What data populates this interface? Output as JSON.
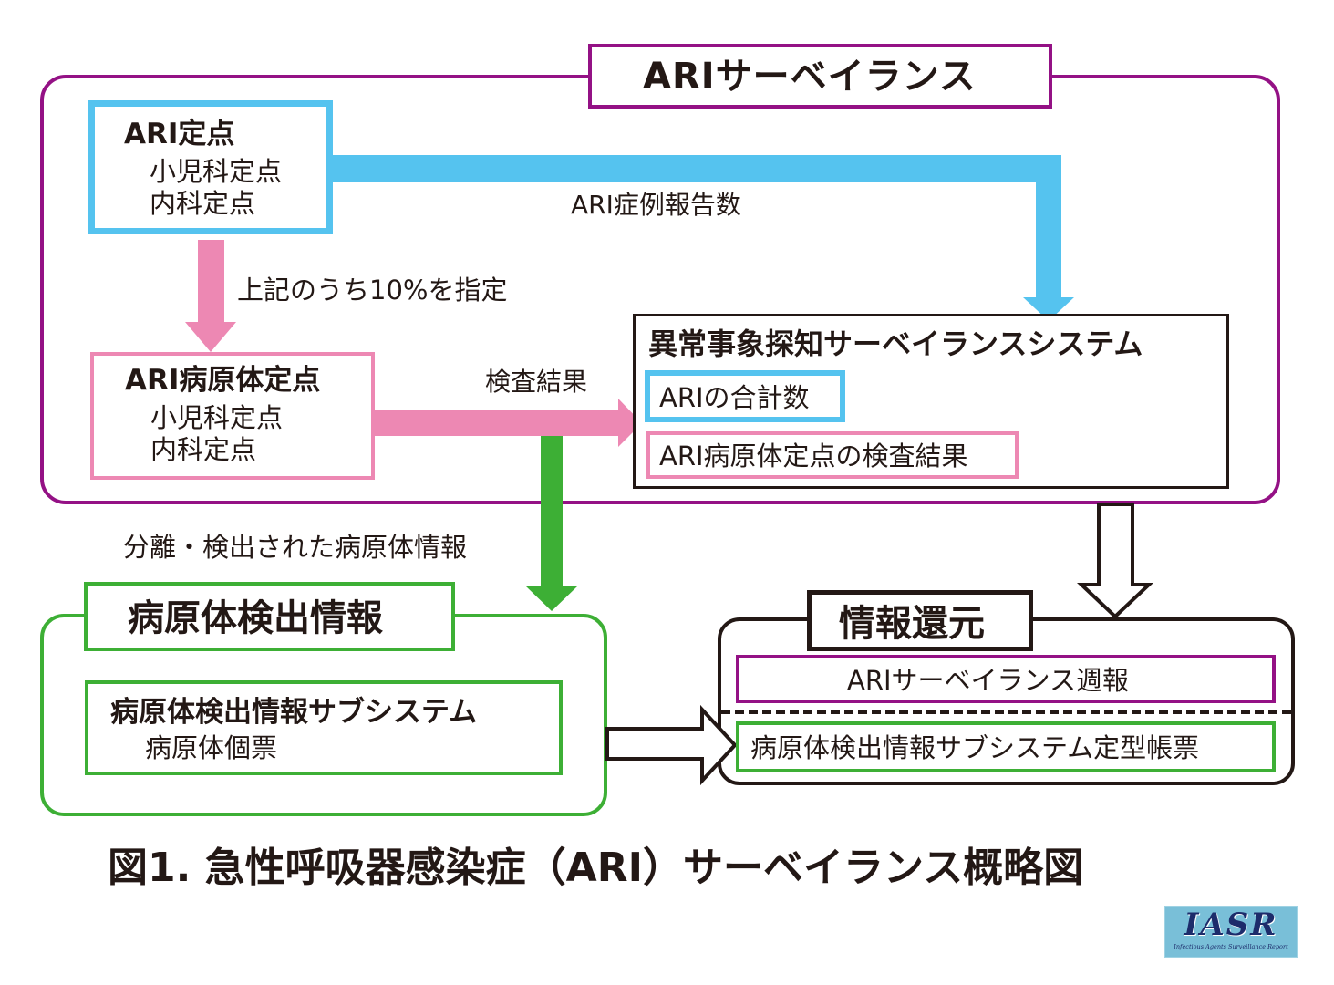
{
  "colors": {
    "purple": "#941185",
    "blue": "#55c3ef",
    "pink": "#ed88b3",
    "green": "#3daf35",
    "black": "#231815"
  },
  "ari_surveillance": {
    "title": "ARIサーベイランス"
  },
  "ari_sentinel": {
    "title": "ARI定点",
    "items": [
      "小児科定点",
      "内科定点"
    ]
  },
  "ari_pathogen_sentinel": {
    "title": "ARI病原体定点",
    "items": [
      "小児科定点",
      "内科定点"
    ]
  },
  "anomaly_system": {
    "title": "異常事象探知サーベイランスシステム",
    "total_label": "ARIの合計数",
    "results_label": "ARI病原体定点の検査結果"
  },
  "pathogen_info": {
    "title": "病原体検出情報",
    "subsystem_title": "病原体検出情報サブシステム",
    "subsystem_item": "病原体個票"
  },
  "info_return": {
    "title": "情報還元",
    "weekly_report": "ARIサーベイランス週報",
    "standard_forms": "病原体検出情報サブシステム定型帳票"
  },
  "arrows": {
    "case_reports": "ARI症例報告数",
    "designate": "上記のうち10%を指定",
    "test_results": "検査結果",
    "isolated_info": "分離・検出された病原体情報"
  },
  "caption": "図1. 急性呼吸器感染症（ARI）サーベイランス概略図",
  "logo": {
    "name": "IASR",
    "subtitle": "Infectious Agents Surveillance Report"
  }
}
